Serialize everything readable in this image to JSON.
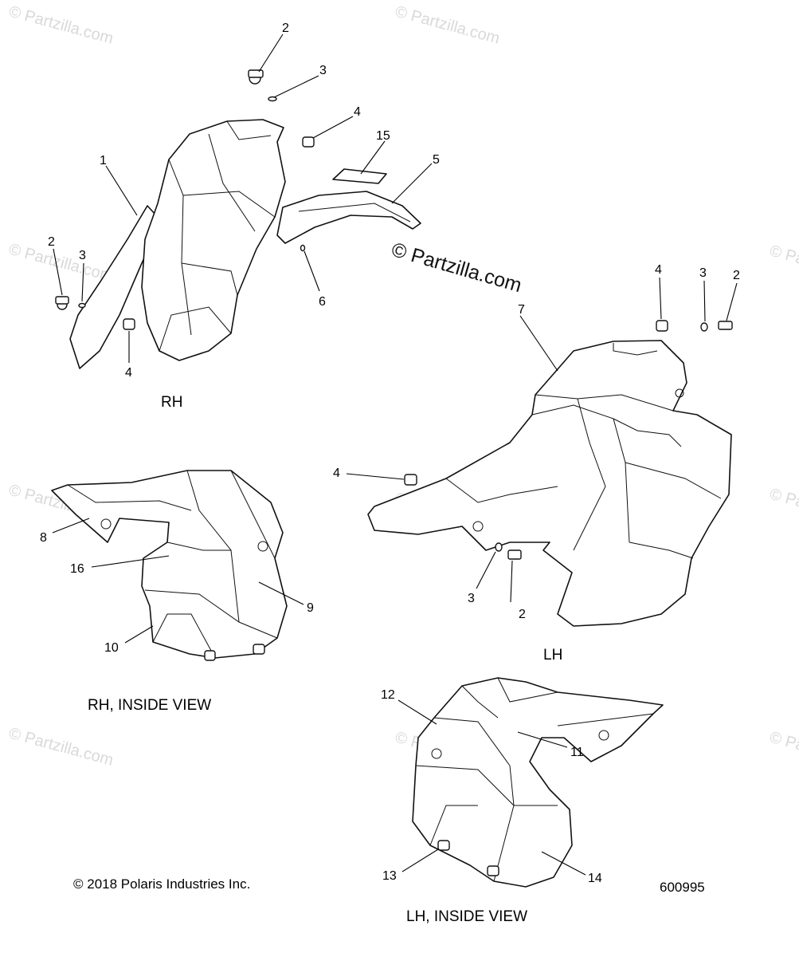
{
  "diagram": {
    "callouts": {
      "rh_1": "1",
      "rh_2a": "2",
      "rh_3a": "3",
      "rh_4a": "4",
      "rh_15": "15",
      "rh_5": "5",
      "rh_2b": "2",
      "rh_3b": "3",
      "rh_6": "6",
      "rh_4b": "4",
      "lh_4a": "4",
      "lh_3a": "3",
      "lh_2a": "2",
      "lh_7": "7",
      "lh_4b": "4",
      "lh_3b": "3",
      "lh_2b": "2",
      "rhi_8": "8",
      "rhi_16": "16",
      "rhi_10": "10",
      "rhi_9": "9",
      "lhi_12": "12",
      "lhi_11": "11",
      "lhi_13": "13",
      "lhi_14": "14"
    },
    "captions": {
      "rh": "RH",
      "lh": "LH",
      "rh_inside": "RH, INSIDE VIEW",
      "lh_inside": "LH, INSIDE VIEW"
    },
    "copyright": "© 2018 Polaris Industries Inc.",
    "drawing_number": "600995",
    "watermark": "© Partzilla.com"
  }
}
